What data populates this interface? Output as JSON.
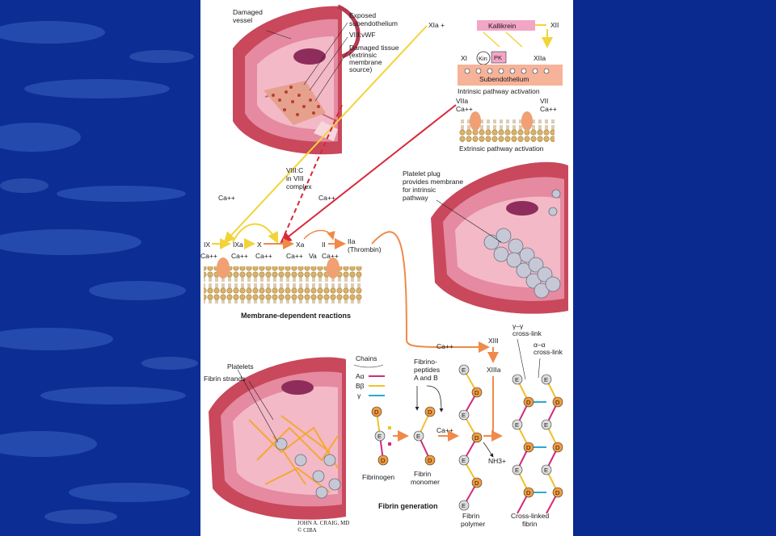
{
  "damaged_vessel": {
    "damaged_vessel": "Damaged vessel",
    "exposed_subendothelium": "Exposed subendothelium",
    "viii_vwf": "VIII:vWF",
    "damaged_tissue": "Damaged tissue (extrinsic membrane source)"
  },
  "intrinsic": {
    "xia_plus": "XIa +",
    "kallikrein": "Kallikrein",
    "xii": "XII",
    "xi": "XI",
    "kin": "Kin",
    "pk": "PK",
    "xiia": "XIIa",
    "subendothelium": "Subendothelium",
    "caption": "Intrinsic pathway activation"
  },
  "extrinsic": {
    "viia": "VIIa",
    "vii": "VII",
    "ca_left": "Ca++",
    "ca_right": "Ca++",
    "caption": "Extrinsic pathway activation"
  },
  "platelet_plug": {
    "caption": "Platelet plug provides membrane for intrinsic pathway"
  },
  "membrane": {
    "ca_a": "Ca++",
    "ca_b": "Ca++",
    "viiic": "VIII:C in VIII complex",
    "ix": "IX",
    "ixa": "IXa",
    "x": "X",
    "xa": "Xa",
    "va": "Va",
    "ii": "II",
    "iia": "IIa (Thrombin)",
    "ca_ix": "Ca++",
    "ca_ixa": "Ca++",
    "ca_x": "Ca++",
    "ca_xa": "Ca++",
    "ca_ii": "Ca++",
    "title": "Membrane-dependent reactions"
  },
  "clot": {
    "platelets": "Platelets",
    "fibrin_strands": "Fibrin strands"
  },
  "fibrin": {
    "chains": "Chains",
    "a_alpha": "Aα",
    "b_beta": "Bβ",
    "gamma": "γ",
    "fibrinopeptides": "Fibrino- peptides A and B",
    "ca_top": "Ca++",
    "xiii": "XIII",
    "xiiia": "XIIIa",
    "gg_crosslink": "γ–γ cross-link",
    "aa_crosslink": "α–α cross-link",
    "ca_mid": "Ca++",
    "nh3": "NH3+",
    "fibrinogen": "Fibrinogen",
    "fibrin_monomer": "Fibrin monomer",
    "fibrin_polymer": "Fibrin polymer",
    "crosslinked_fibrin": "Cross-linked fibrin",
    "title": "Fibrin generation",
    "d": "D",
    "e": "E"
  },
  "signature": {
    "artist": "JOHN A. CRAIG, MD",
    "ciba": "© CIBA"
  },
  "colors": {
    "background_blue": "#0b2a8f",
    "yellow_arrow": "#f2d43a",
    "red_arrow": "#d8283a",
    "orange_arrow": "#ef8a4a",
    "alpha_chain": "#d22b7a",
    "beta_chain": "#f0c030",
    "gamma_chain": "#2aa9d6"
  }
}
